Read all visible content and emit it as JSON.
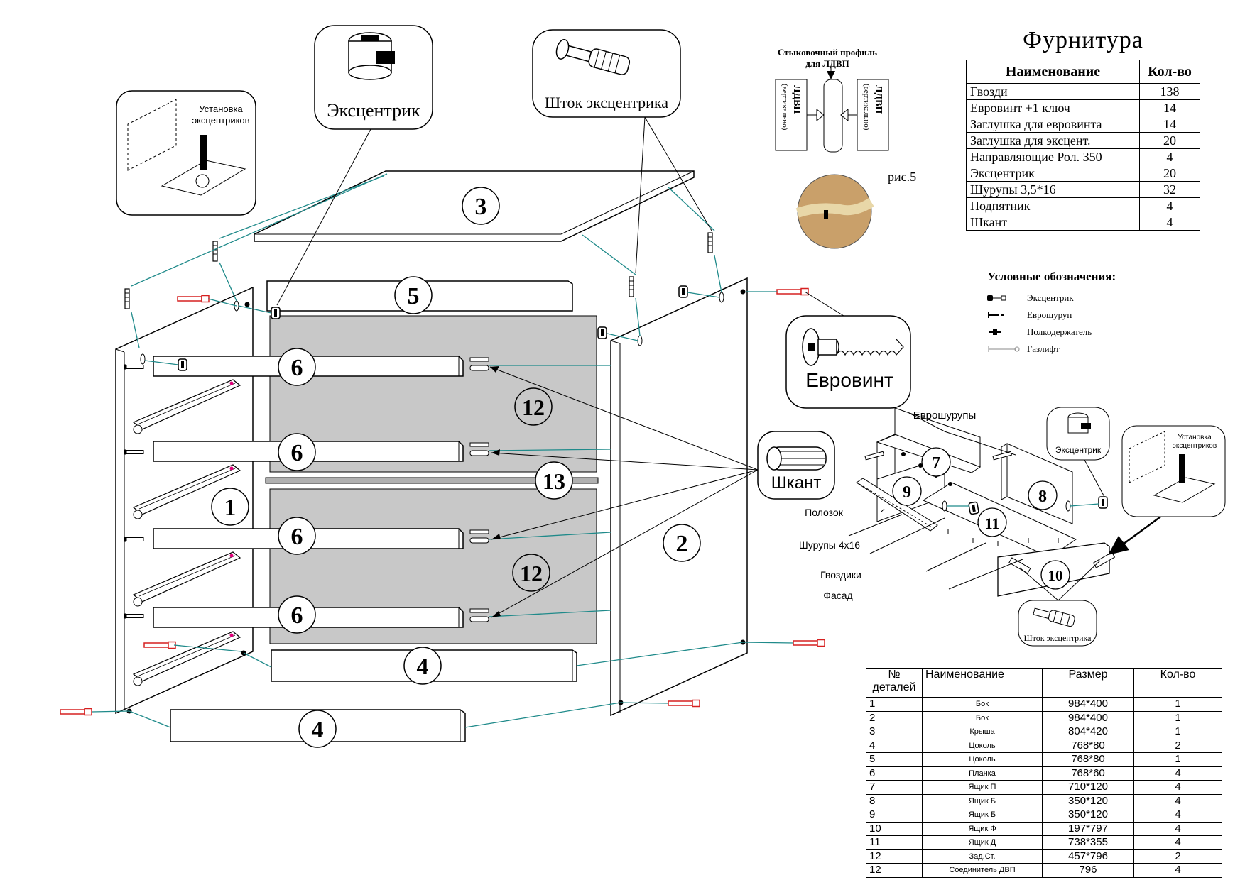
{
  "hardware": {
    "title": "Фурнитура",
    "header_name": "Наименование",
    "header_qty": "Кол-во",
    "rows": [
      {
        "name": "Гвозди",
        "qty": "138"
      },
      {
        "name": "Евровинт +1 ключ",
        "qty": "14"
      },
      {
        "name": "Заглушка для евровинта",
        "qty": "14"
      },
      {
        "name": "Заглушка для эксцент.",
        "qty": "20"
      },
      {
        "name": "Направляющие Рол. 350",
        "qty": "4"
      },
      {
        "name": "Эксцентрик",
        "qty": "20"
      },
      {
        "name": "Шурупы 3,5*16",
        "qty": "32"
      },
      {
        "name": "Подпятник",
        "qty": "4"
      },
      {
        "name": "Шкант",
        "qty": "4"
      }
    ]
  },
  "legend": {
    "title": "Условные обозначения:",
    "items": [
      {
        "label": "Эксцентрик"
      },
      {
        "label": "Еврошуруп"
      },
      {
        "label": "Полкодержатель"
      },
      {
        "label": "Газлифт"
      }
    ]
  },
  "callouts": {
    "eccentric": "Эксцентрик",
    "eccentric_rod": "Шток эксцентрика",
    "eurovint": "Евровинт",
    "dowel": "Шкант",
    "install_line1": "Установка",
    "install_line2": "эксцентриков",
    "profile_line1": "Стыковочный профиль",
    "profile_line2": "для ЛДВП",
    "ldvp": "ЛДВП",
    "vertical": "(вертикально)",
    "fig5": "рис.5"
  },
  "drawer": {
    "euroscrews": "Еврошурупы",
    "eccentric": "Эксцентрик",
    "runner": "Полозок",
    "screws": "Шурупы 4x16",
    "nails": "Гвоздики",
    "facade": "Фасад",
    "rod": "Шток эксцентрика",
    "install_line1": "Установка",
    "install_line2": "эксцентриков"
  },
  "part_numbers": {
    "p1": "1",
    "p2": "2",
    "p3": "3",
    "p4": "4",
    "p5": "5",
    "p6": "6",
    "p7": "7",
    "p8": "8",
    "p9": "9",
    "p10": "10",
    "p11": "11",
    "p12": "12",
    "p13": "13"
  },
  "parts_table": {
    "headers": {
      "num_line1": "№",
      "num_line2": "деталей",
      "name": "Наименование",
      "size": "Размер",
      "qty": "Кол-во"
    },
    "rows": [
      {
        "num": "1",
        "name": "Бок",
        "size": "984*400",
        "qty": "1"
      },
      {
        "num": "2",
        "name": "Бок",
        "size": "984*400",
        "qty": "1"
      },
      {
        "num": "3",
        "name": "Крыша",
        "size": "804*420",
        "qty": "1"
      },
      {
        "num": "4",
        "name": "Цоколь",
        "size": "768*80",
        "qty": "2"
      },
      {
        "num": "5",
        "name": "Цоколь",
        "size": "768*80",
        "qty": "1"
      },
      {
        "num": "6",
        "name": "Планка",
        "size": "768*60",
        "qty": "4"
      },
      {
        "num": "7",
        "name": "Ящик П",
        "size": "710*120",
        "qty": "4"
      },
      {
        "num": "8",
        "name": "Ящик Б",
        "size": "350*120",
        "qty": "4"
      },
      {
        "num": "9",
        "name": "Ящик Б",
        "size": "350*120",
        "qty": "4"
      },
      {
        "num": "10",
        "name": "Ящик Ф",
        "size": "197*797",
        "qty": "4"
      },
      {
        "num": "11",
        "name": "Ящик Д",
        "size": "738*355",
        "qty": "4"
      },
      {
        "num": "12",
        "name": "Зад.Ст.",
        "size": "457*796",
        "qty": "2"
      },
      {
        "num": "12",
        "name": "Соединитель ДВП",
        "size": "796",
        "qty": "4"
      }
    ]
  },
  "colors": {
    "connector": "#1f8a8a",
    "screw_red": "#d62020",
    "panel_gray": "#c8c8c8",
    "chipboard": "#c9a06a"
  }
}
